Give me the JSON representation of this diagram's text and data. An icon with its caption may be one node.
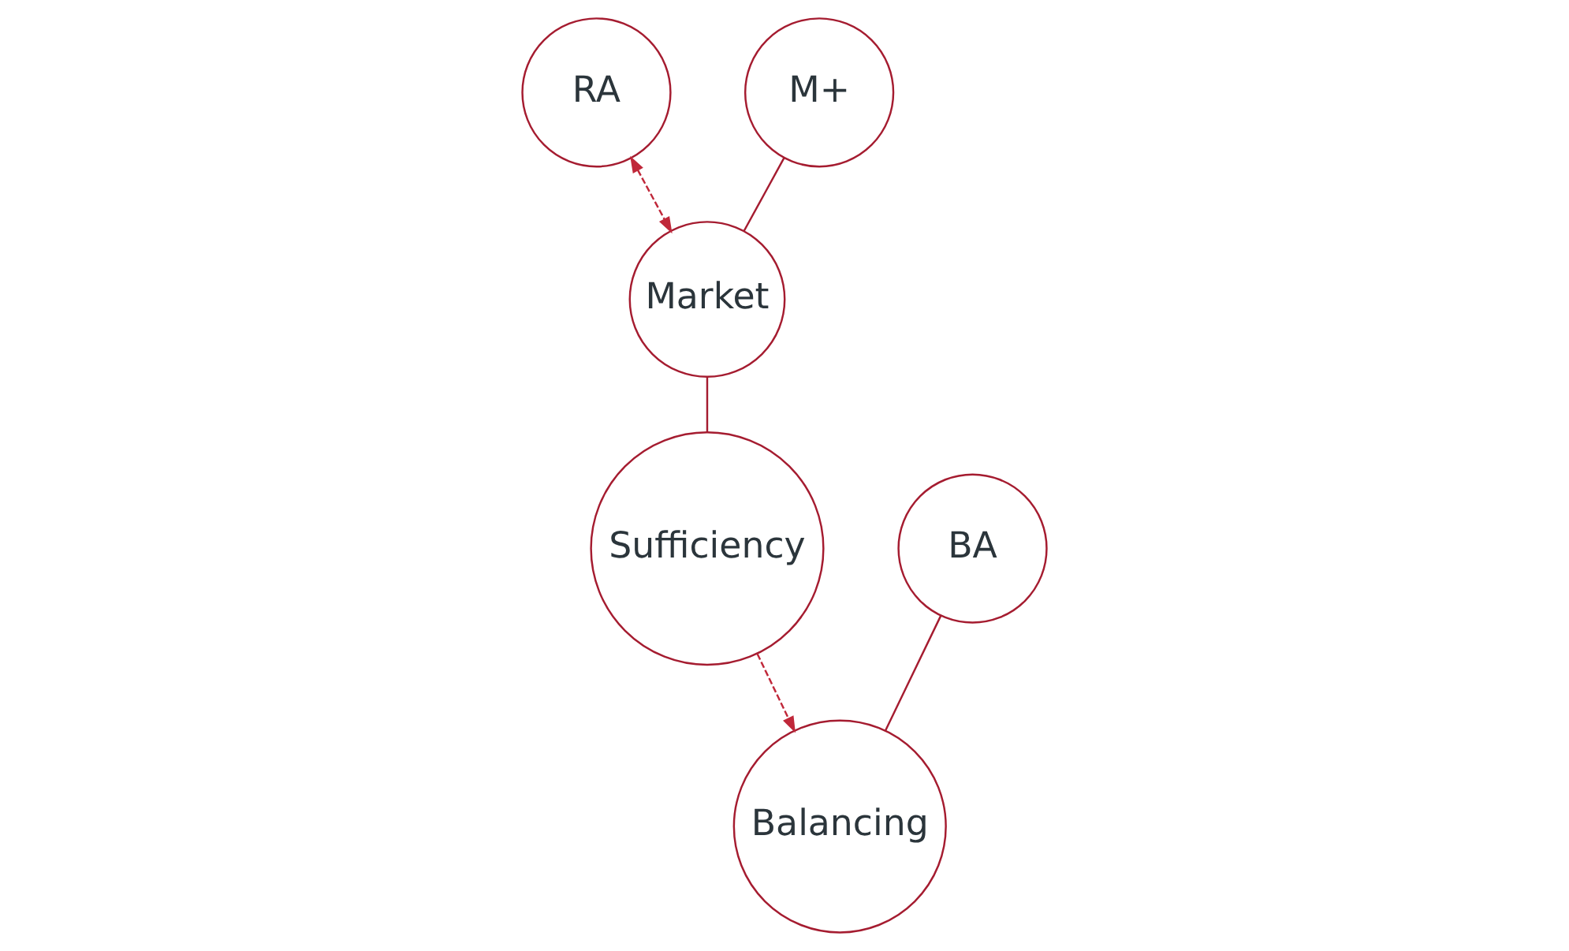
{
  "diagram": {
    "nodes": [
      {
        "text": [
          "RA"
        ]
      },
      {
        "text": [
          "M+"
        ]
      },
      {
        "text": [
          "BA"
        ]
      },
      {
        "text": [
          "Market"
        ]
      },
      {
        "text": [
          "Balancing"
        ]
      },
      {
        "text": [
          "Sufficiency"
        ]
      }
    ],
    "edges": [
      {
        "from": 0,
        "to": 3,
        "arrow": "both",
        "style": "dashed"
      },
      {
        "from": 1,
        "to": 3,
        "arrow": "none"
      },
      {
        "from": 2,
        "to": 4,
        "arrow": "none"
      },
      {
        "from": 3,
        "to": 5,
        "arrow": "none"
      },
      {
        "from": 5,
        "to": 4,
        "arrow": "to",
        "style": "dashed"
      }
    ]
  }
}
